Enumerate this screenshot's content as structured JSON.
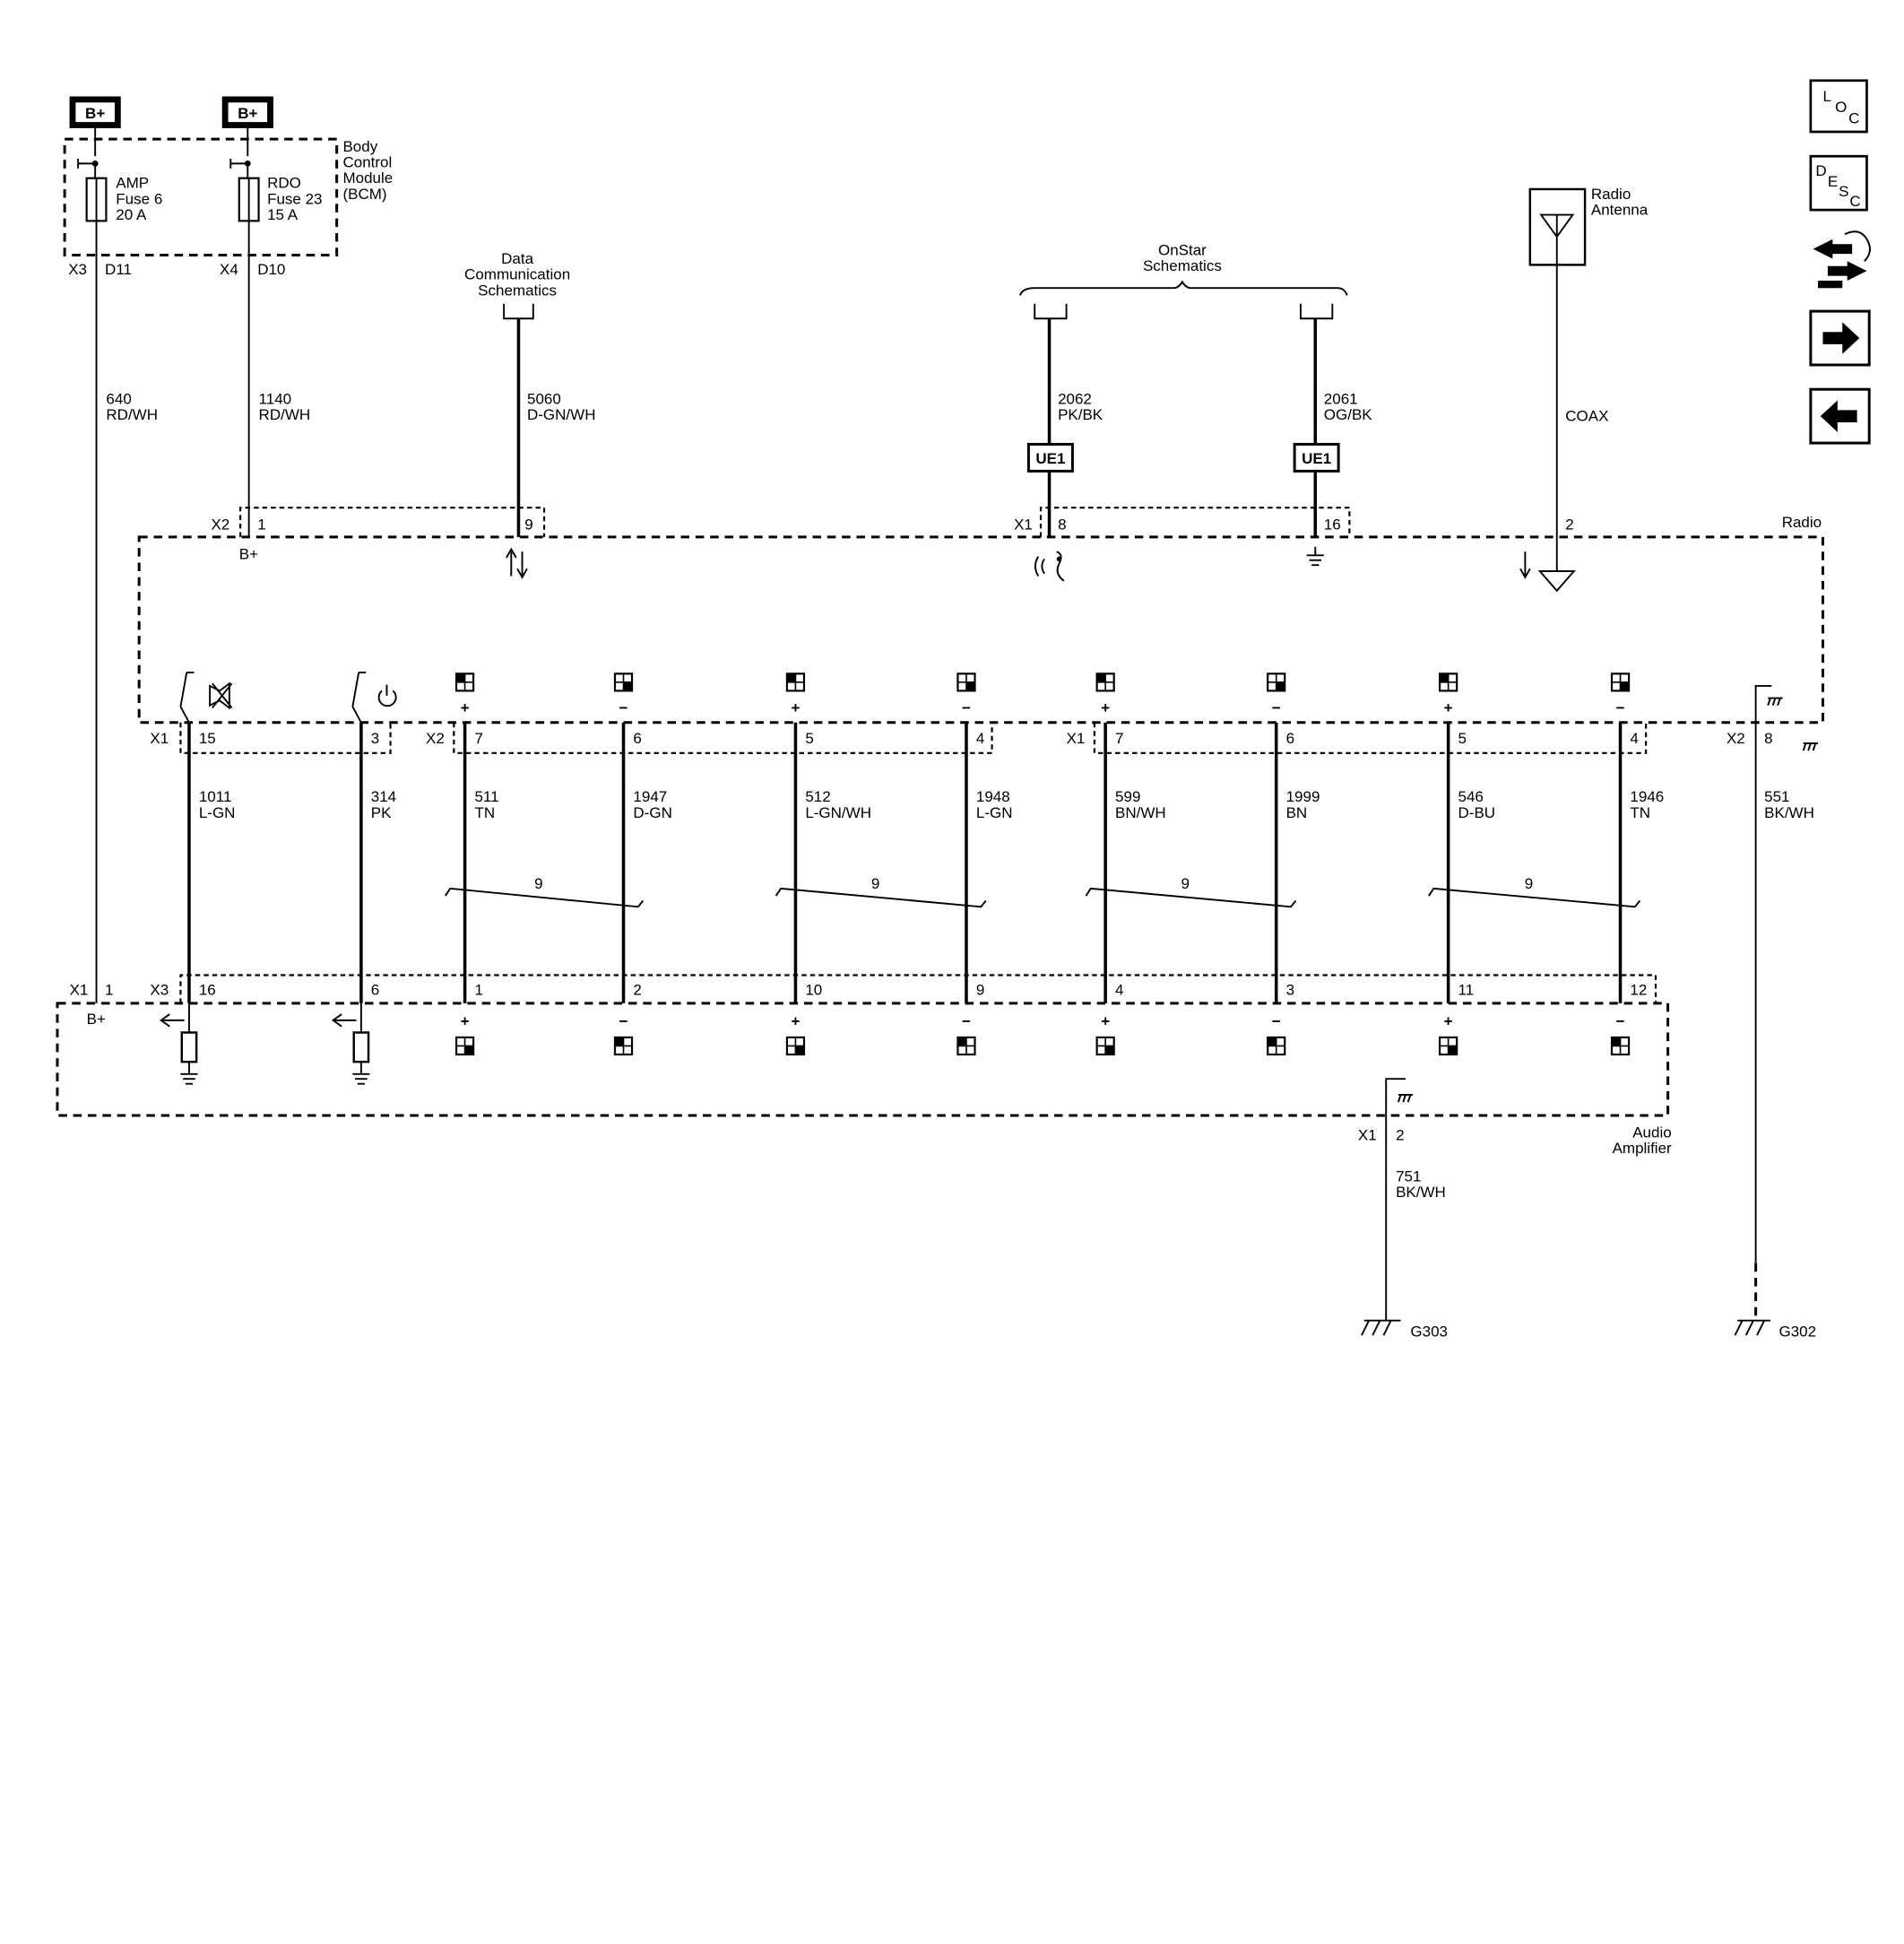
{
  "power": [
    {
      "label": "B+",
      "fuse_name": "AMP",
      "fuse_no": "Fuse 6",
      "fuse_rating": "20 A",
      "connector": "X3",
      "pin": "D11",
      "circuit": "640",
      "color": "RD/WH"
    },
    {
      "label": "B+",
      "fuse_name": "RDO",
      "fuse_no": "Fuse 23",
      "fuse_rating": "15 A",
      "connector": "X4",
      "pin": "D10",
      "circuit": "1140",
      "color": "RD/WH"
    }
  ],
  "bcm": {
    "line1": "Body",
    "line2": "Control",
    "line3": "Module",
    "line4": "(BCM)"
  },
  "data_comm": {
    "line1": "Data",
    "line2": "Communication",
    "line3": "Schematics",
    "circuit": "5060",
    "color": "D-GN/WH",
    "pin": "9"
  },
  "onstar": {
    "line1": "OnStar",
    "line2": "Schematics",
    "left": {
      "circuit": "2062",
      "color": "PK/BK",
      "inline": "UE1",
      "connector": "X1",
      "pin": "8"
    },
    "right": {
      "circuit": "2061",
      "color": "OG/BK",
      "inline": "UE1",
      "pin": "16"
    }
  },
  "antenna": {
    "line1": "Radio",
    "line2": "Antenna",
    "cable": "COAX",
    "pin": "2"
  },
  "radio": {
    "label": "Radio",
    "x2_conn": "X2",
    "x2_pin1": "1",
    "bplus": "B+",
    "ground_conn": "X2",
    "ground_pin": "8",
    "ground_circuit": "551",
    "ground_color": "BK/WH",
    "ground_label": "G302"
  },
  "radio_out": [
    {
      "conn": "X1",
      "pin": "15",
      "circuit": "1011",
      "color": "L-GN",
      "amp_conn": "X3",
      "amp_pin": "16"
    },
    {
      "conn": "",
      "pin": "3",
      "circuit": "314",
      "color": "PK",
      "amp_conn": "",
      "amp_pin": "6"
    },
    {
      "conn": "X2",
      "pin": "7",
      "sign": "+",
      "circuit": "511",
      "color": "TN",
      "amp_pin": "1"
    },
    {
      "conn": "",
      "pin": "6",
      "sign": "−",
      "circuit": "1947",
      "color": "D-GN",
      "amp_pin": "2"
    },
    {
      "conn": "",
      "pin": "5",
      "sign": "+",
      "circuit": "512",
      "color": "L-GN/WH",
      "amp_pin": "10"
    },
    {
      "conn": "",
      "pin": "4",
      "sign": "−",
      "circuit": "1948",
      "color": "L-GN",
      "amp_pin": "9"
    },
    {
      "conn": "X1",
      "pin": "7",
      "sign": "+",
      "circuit": "599",
      "color": "BN/WH",
      "amp_pin": "4"
    },
    {
      "conn": "",
      "pin": "6",
      "sign": "−",
      "circuit": "1999",
      "color": "BN",
      "amp_pin": "3"
    },
    {
      "conn": "",
      "pin": "5",
      "sign": "+",
      "circuit": "546",
      "color": "D-BU",
      "amp_pin": "11"
    },
    {
      "conn": "",
      "pin": "4",
      "sign": "−",
      "circuit": "1946",
      "color": "TN",
      "amp_pin": "12"
    }
  ],
  "twist_label": "9",
  "amplifier": {
    "line1": "Audio",
    "line2": "Amplifier",
    "x1_conn": "X1",
    "x1_pin": "1",
    "bplus": "B+",
    "ground_conn": "X1",
    "ground_pin": "2",
    "ground_circuit": "751",
    "ground_color": "BK/WH",
    "ground_label": "G303"
  },
  "nav": {
    "loc": [
      "L",
      "O",
      "C"
    ],
    "desc": [
      "D",
      "E",
      "S",
      "C"
    ]
  }
}
